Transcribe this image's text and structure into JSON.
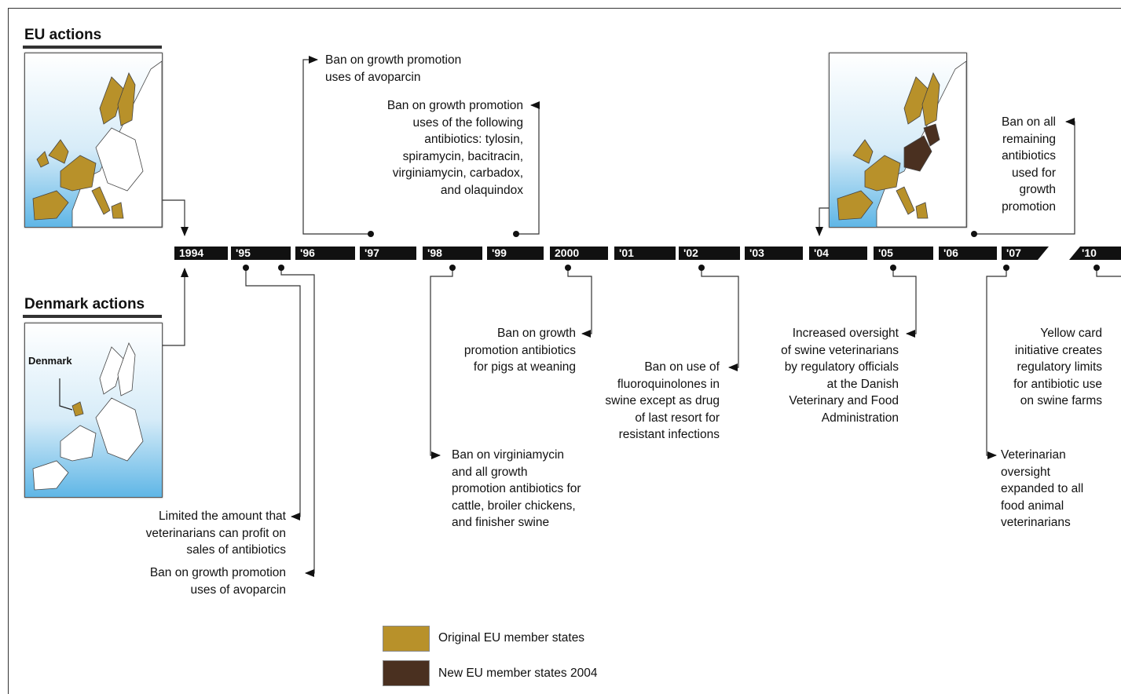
{
  "headings": {
    "eu": "EU actions",
    "denmark": "Denmark actions"
  },
  "map_labels": {
    "denmark": "Denmark"
  },
  "timeline": {
    "ticks": [
      "1994",
      "'95",
      "'96",
      "'97",
      "'98",
      "'99",
      "2000",
      "'01",
      "'02",
      "'03",
      "'04",
      "'05",
      "'06",
      "'07",
      "'10"
    ]
  },
  "eu_events": {
    "e97": "Ban on growth promotion\nuses of avoparcin",
    "e99": "Ban on growth promotion\nuses of the following\nantibiotics: tylosin,\nspiramycin, bacitracin,\nvirginiamycin, carbadox,\nand olaquindox",
    "e06": "Ban on all\nremaining\nantibiotics\nused for\ngrowth\npromotion"
  },
  "dk_events": {
    "d95a": "Limited the amount that\nveterinarians can profit on\nsales of antibiotics",
    "d95b": "Ban on growth promotion\nuses of avoparcin",
    "d98": "Ban on virginiamycin\nand all growth\npromotion antibiotics for\ncattle, broiler chickens,\nand finisher swine",
    "d2000": "Ban on growth\npromotion antibiotics\nfor pigs at weaning",
    "d02": "Ban on use of\nfluoroquinolones in\nswine except as drug\nof last resort for\nresistant infections",
    "d05": "Increased oversight\nof swine veterinarians\nby regulatory officials\nat the Danish\nVeterinary and Food\nAdministration",
    "d07": "Veterinarian\noversight\nexpanded to all\nfood animal\nveterinarians",
    "d10": "Yellow card\ninitiative creates\nregulatory limits\nfor antibiotic use\non swine farms"
  },
  "legend": {
    "original": "Original EU member states",
    "new": "New EU member states 2004"
  },
  "colors": {
    "original_eu": "#b8912a",
    "new_eu_2004": "#4a3020",
    "timeline_bar": "#111111"
  }
}
